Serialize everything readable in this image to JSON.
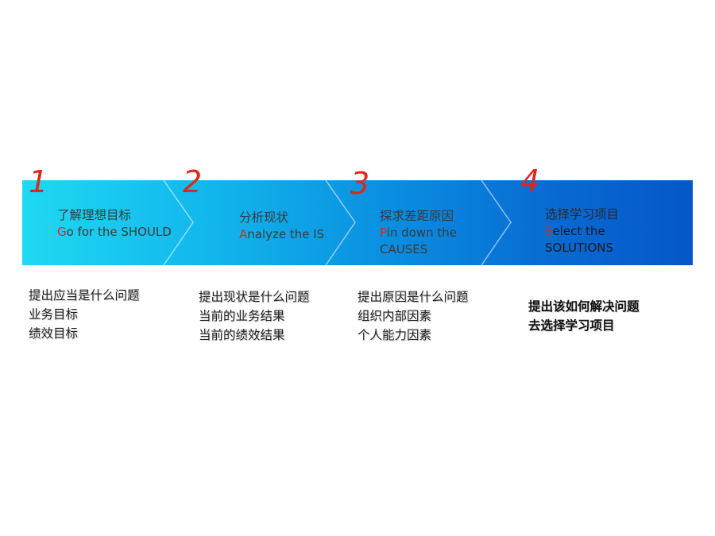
{
  "steps": [
    {
      "number": "1",
      "zh": "了解理想目标",
      "en_first": "G",
      "en_rest": "o for the SHOULD",
      "desc": [
        "提出应当是什么问题",
        "业务目标",
        "绩效目标"
      ]
    },
    {
      "number": "2",
      "zh": "分析现状",
      "en_first": "A",
      "en_rest": "nalyze the IS",
      "desc": [
        "提出现状是什么问题",
        "当前的业务结果",
        "当前的绩效结果"
      ]
    },
    {
      "number": "3",
      "zh": "探求差距原因",
      "en_first": "P",
      "en_rest": "in down the CAUSES",
      "desc": [
        "提出原因是什么问题",
        "组织内部因素",
        "个人能力因素"
      ]
    },
    {
      "number": "4",
      "zh": "选择学习项目",
      "en_first": "S",
      "en_rest": "elect the SOLUTIONS",
      "desc": [
        "提出该如何解决问题",
        "去选择学习项目"
      ]
    }
  ],
  "colors": {
    "accent": "#e1251b",
    "band_start": "#1fd9f2",
    "band_end": "#0657c8"
  }
}
